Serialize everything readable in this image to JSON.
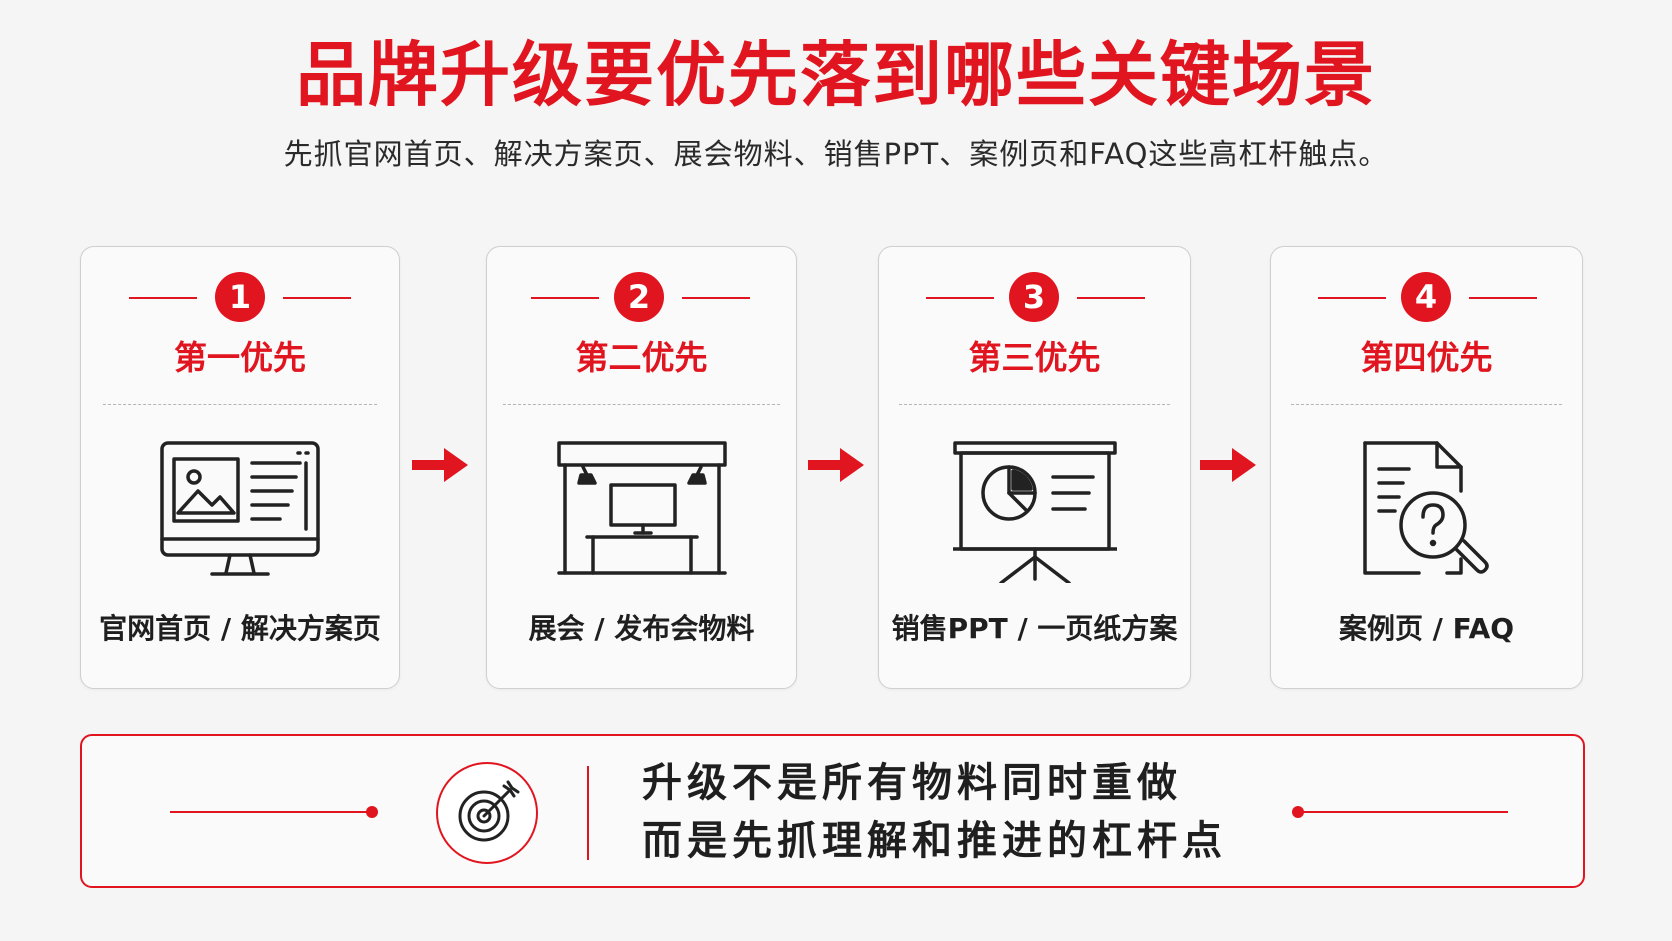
{
  "header": {
    "title": "品牌升级要优先落到哪些关键场景",
    "subtitle": "先抓官网首页、解决方案页、展会物料、销售PPT、案例页和FAQ这些高杠杆触点。"
  },
  "cards": [
    {
      "number": "1",
      "priority": "第一优先",
      "label": "官网首页 / 解决方案页",
      "icon": "website-monitor-icon"
    },
    {
      "number": "2",
      "priority": "第二优先",
      "label": "展会 / 发布会物料",
      "icon": "exhibition-booth-icon"
    },
    {
      "number": "3",
      "priority": "第三优先",
      "label": "销售PPT / 一页纸方案",
      "icon": "presentation-screen-icon"
    },
    {
      "number": "4",
      "priority": "第四优先",
      "label": "案例页 / FAQ",
      "icon": "document-search-icon"
    }
  ],
  "summary": {
    "line1": "升级不是所有物料同时重做",
    "line2": "而是先抓理解和推进的杠杆点",
    "icon": "target-arrow-icon"
  },
  "colors": {
    "accent": "#e0151f",
    "background": "#f5f5f5",
    "card": "#fafafa",
    "text": "#1f1f1f"
  }
}
